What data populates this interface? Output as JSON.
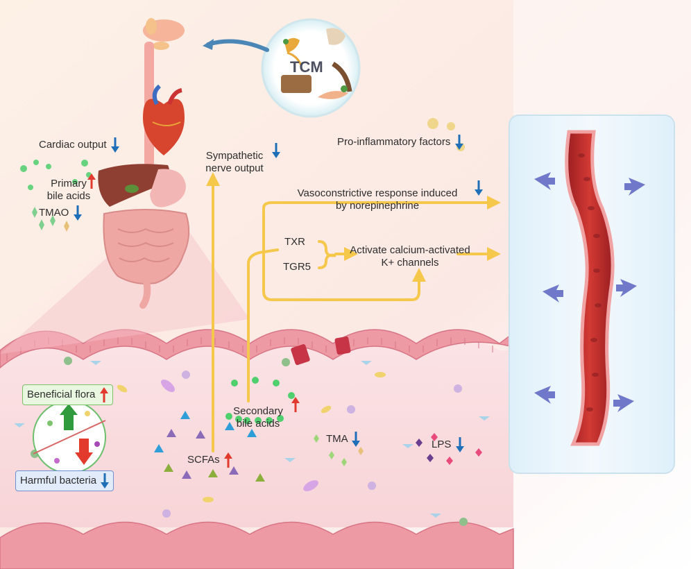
{
  "tcm": {
    "label": "TCM"
  },
  "labels": {
    "cardiac_output": "Cardiac output",
    "primary_bile_acids": "Primary\nbile acids",
    "tmao": "TMAO",
    "sympathetic": "Sympathetic\nnerve output",
    "pro_inflammatory": "Pro-inflammatory factors",
    "vasoconstrictive": "Vasoconstrictive response induced\nby norepinephrine",
    "txr": "TXR",
    "tgr5": "TGR5",
    "calcium": "Activate calcium-activated\nK+ channels",
    "beneficial_flora": "Beneficial flora",
    "harmful_bacteria": "Harmful bacteria",
    "scfas": "SCFAs",
    "secondary_bile_acids": "Secondary\nbile acids",
    "tma": "TMA",
    "lps": "LPS"
  },
  "colors": {
    "arrow_down": "#1f6fb8",
    "arrow_up": "#e23b2e",
    "flow_arrow": "#f5c84c",
    "vessel": "#c8282c",
    "intestine": "#f2a7b0",
    "dilation_arrow": "#6f78c9"
  },
  "icons": [
    "heart-icon",
    "liver-icon",
    "intestine-icon",
    "stomach-icon",
    "brain-icon",
    "herb-icon",
    "blood-vessel-icon"
  ]
}
